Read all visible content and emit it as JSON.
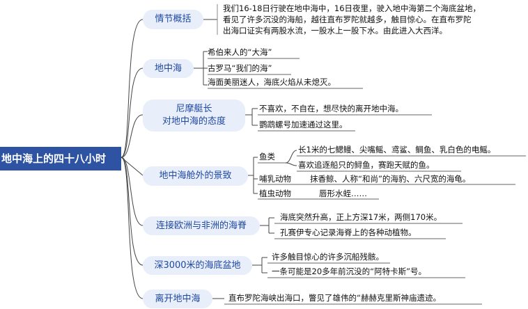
{
  "root": "地中海上的四十八小时",
  "colors": {
    "root": "#2e53a3",
    "topic_bg": "#e9eefb",
    "topic_text": "#1e49a0",
    "line": "#444444"
  },
  "topics": [
    {
      "label": "情节概括",
      "para_lines": [
        "我们16-18日行驶在地中海中，16日夜里，驶入地中海第二个海底盆地，",
        "看见了许多沉没的海船，越往直布罗陀就越多，触目惊心。在直布罗陀",
        "出海口证实有两股水流，一股水上一股下水。由此进入大西洋。"
      ]
    },
    {
      "label": "地中海",
      "items": [
        "希伯来人的“大海”",
        "古罗马“我们的海”",
        "海面美丽迷人，海底火焰从未熄灭。"
      ]
    },
    {
      "label_lines": [
        "尼摩艇长",
        "对地中海的态度"
      ],
      "items": [
        "不喜欢，不自在，想尽快的离开地中海。",
        "鹦鹉螺号加速通过这里。"
      ]
    },
    {
      "label": "地中海舱外的景致",
      "groups": [
        {
          "name": "鱼类",
          "items": [
            "长1米的七鳃鳗、尖嘴鳐、鸢鲨、鲷鱼、乳白色的电鳐。",
            "喜欢追逐船只的鲟鱼，赛跑天赋的鱼。"
          ]
        },
        {
          "name": "哺乳动物",
          "items": [
            "抹香鲸、人称“和尚”的海豹、六尺宽的海龟。"
          ]
        },
        {
          "name": "植虫动物",
          "items": [
            "唇形水蛭……"
          ]
        }
      ]
    },
    {
      "label": "连接欧洲与非洲的海脊",
      "items": [
        "海底突然升高，正上方深17米，两侧170米。",
        "孔赛伊专心记录海脊上的各种动植物。"
      ]
    },
    {
      "label": "深3000米的海底盆地",
      "items": [
        "许多触目惊心的许多沉船残骸。",
        "一条可能是20多年前沉没的“阿特卡斯”号。"
      ]
    },
    {
      "label": "离开地中海",
      "items": [
        "直布罗陀海峡出海口，瞥见了雄伟的“赫赫克里斯神庙遗迹。"
      ]
    }
  ]
}
